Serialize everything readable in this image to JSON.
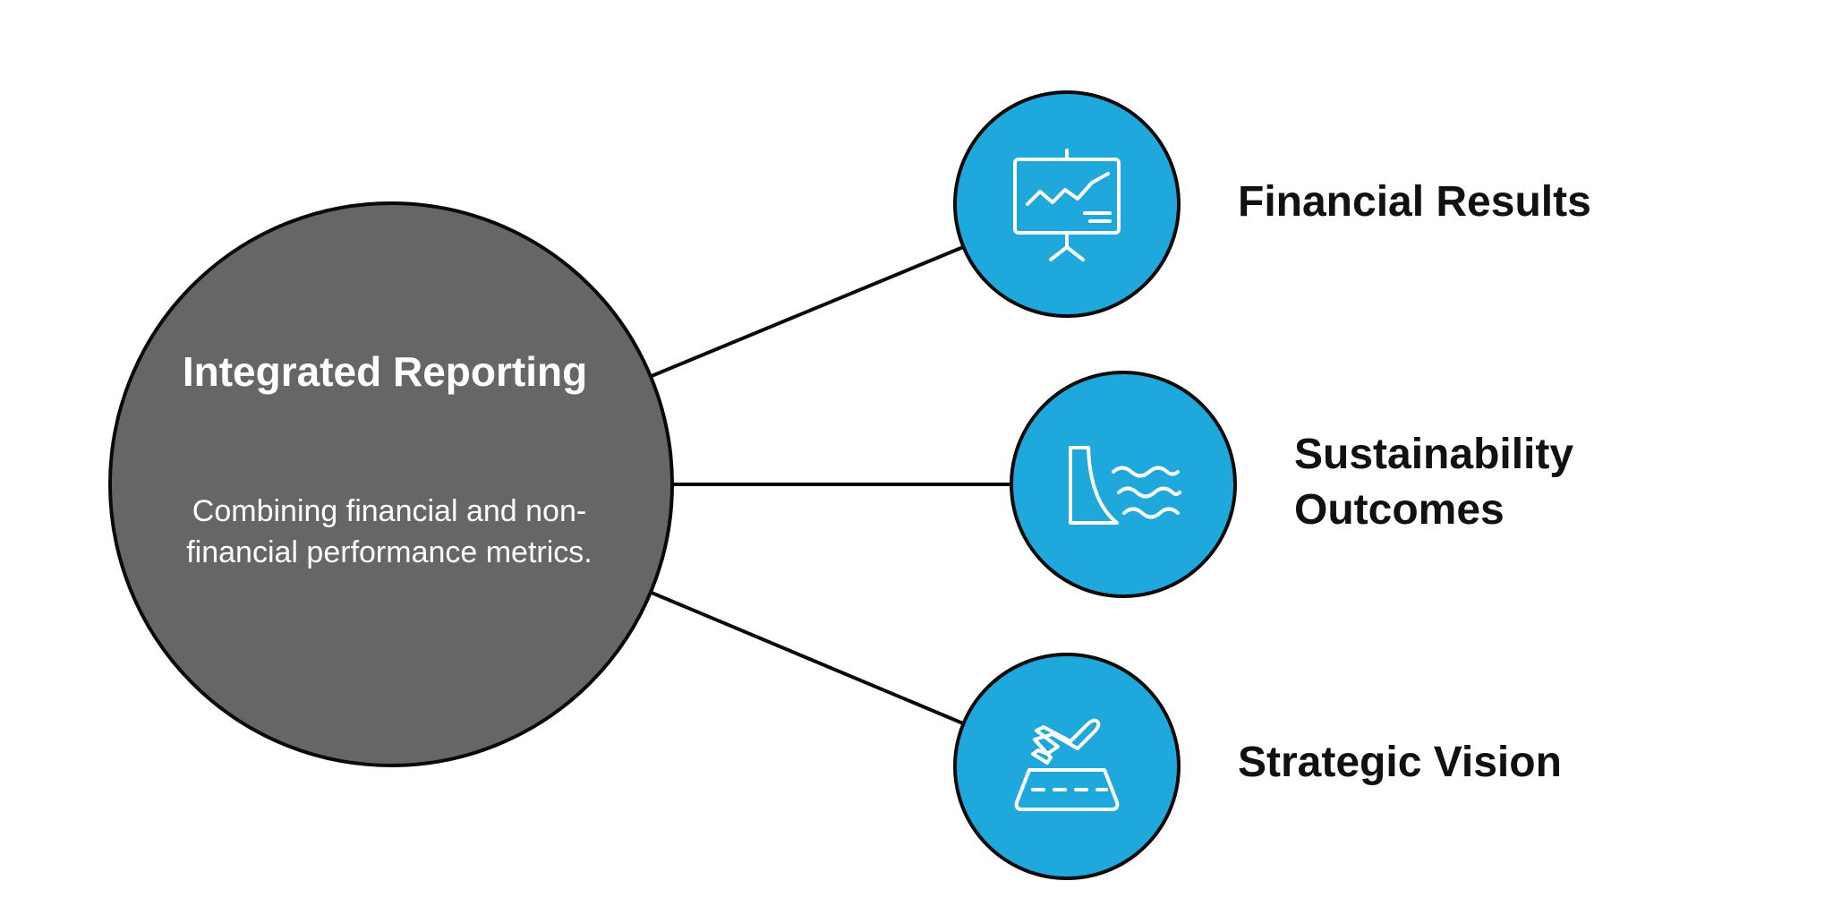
{
  "hub": {
    "title": "Integrated Reporting",
    "description": "Combining financial and non-financial performance metrics."
  },
  "nodes": [
    {
      "label": "Financial Results",
      "icon": "presentation-chart-icon"
    },
    {
      "label": "Sustainability Outcomes",
      "icon": "dam-water-icon"
    },
    {
      "label": "Strategic Vision",
      "icon": "airplane-runway-icon"
    }
  ],
  "colors": {
    "hub_fill": "#666666",
    "node_fill": "#1fa8dc",
    "outline": "#0a0a0a",
    "text_dark": "#111111",
    "text_light": "#ffffff"
  }
}
